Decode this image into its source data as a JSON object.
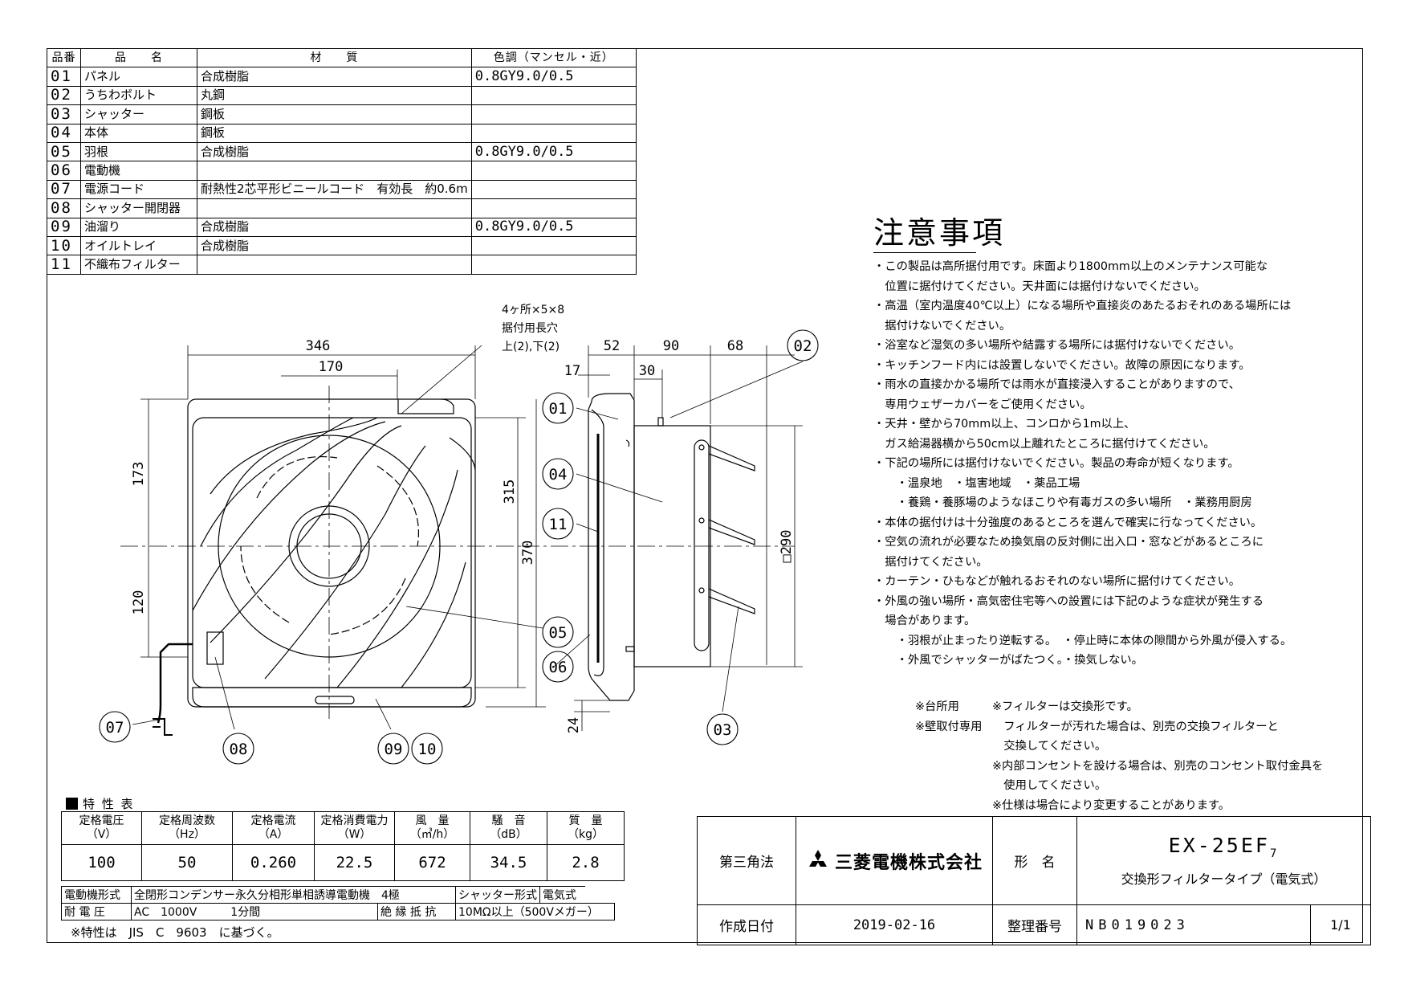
{
  "parts_table": {
    "headers": [
      "品番",
      "品　　名",
      "材　　質",
      "色調（マンセル・近）"
    ],
    "rows": [
      {
        "no": "01",
        "name": "パネル",
        "material": "合成樹脂",
        "color": "0.8GY9.0/0.5"
      },
      {
        "no": "02",
        "name": "うちわボルト",
        "material": "丸鋼",
        "color": ""
      },
      {
        "no": "03",
        "name": "シャッター",
        "material": "鋼板",
        "color": ""
      },
      {
        "no": "04",
        "name": "本体",
        "material": "鋼板",
        "color": ""
      },
      {
        "no": "05",
        "name": "羽根",
        "material": "合成樹脂",
        "color": "0.8GY9.0/0.5"
      },
      {
        "no": "06",
        "name": "電動機",
        "material": "",
        "color": ""
      },
      {
        "no": "07",
        "name": "電源コード",
        "material": "耐熱性2芯平形ビニールコード　有効長　約0.6m",
        "color": ""
      },
      {
        "no": "08",
        "name": "シャッター開閉器",
        "material": "",
        "color": ""
      },
      {
        "no": "09",
        "name": "油溜り",
        "material": "合成樹脂",
        "color": "0.8GY9.0/0.5"
      },
      {
        "no": "10",
        "name": "オイルトレイ",
        "material": "合成樹脂",
        "color": ""
      },
      {
        "no": "11",
        "name": "不織布フィルター",
        "material": "",
        "color": ""
      }
    ]
  },
  "drawing": {
    "dimensions": {
      "width_overall": "346",
      "width_center": "170",
      "height_upper": "173",
      "height_lower": "120",
      "height_315": "315",
      "height_370": "370",
      "depth_52": "52",
      "depth_90": "90",
      "depth_68": "68",
      "depth_17": "17",
      "depth_30": "30",
      "height_24": "24",
      "opening_290": "□290"
    },
    "mount_note": [
      "4ヶ所×5×8",
      "据付用長穴",
      "上(2),下(2)"
    ],
    "callouts": [
      "01",
      "02",
      "03",
      "04",
      "05",
      "06",
      "07",
      "08",
      "09",
      "10",
      "11"
    ]
  },
  "notes": {
    "title": "注意事項",
    "lines": [
      "・この製品は高所据付用です。床面より1800mm以上のメンテナンス可能な",
      "　位置に据付けてください。天井面には据付けないでください。",
      "・高温（室内温度40℃以上）になる場所や直接炎のあたるおそれのある場所には",
      "　据付けないでください。",
      "・浴室など湿気の多い場所や結露する場所には据付けないでください。",
      "・キッチンフード内には設置しないでください。故障の原因になります。",
      "・雨水の直接かかる場所では雨水が直接浸入することがありますので、",
      "　専用ウェザーカバーをご使用ください。",
      "・天井・壁から70mm以上、コンロから1m以上、",
      "　ガス給湯器横から50cm以上離れたところに据付けてください。",
      "・下記の場所には据付けないでください。製品の寿命が短くなります。",
      "　　・温泉地　・塩害地域　・薬品工場",
      "　　・養鶏・養豚場のようなほこりや有毒ガスの多い場所　・業務用厨房",
      "・本体の据付けは十分強度のあるところを選んで確実に行なってください。",
      "・空気の流れが必要なため換気扇の反対側に出入口・窓などがあるところに",
      "　据付けてください。",
      "・カーテン・ひもなどが触れるおそれのない場所に据付けてください。",
      "・外風の強い場所・高気密住宅等への設置には下記のような症状が発生する",
      "　場合があります。",
      "　　・羽根が止まったり逆転する。　・停止時に本体の隙間から外風が侵入する。",
      "　　・外風でシャッターがばたつく。・換気しない。"
    ],
    "footnotes": [
      {
        "label": "※台所用",
        "text": "※フィルターは交換形です。"
      },
      {
        "label": "※壁取付専用",
        "text": "　フィルターが汚れた場合は、別売の交換フィルターと"
      },
      {
        "label": "",
        "text": "　交換してください。"
      },
      {
        "label": "",
        "text": "※内部コンセントを設ける場合は、別売のコンセント取付金具を"
      },
      {
        "label": "",
        "text": "　使用してください。"
      },
      {
        "label": "",
        "text": "※仕様は場合により変更することがあります。"
      }
    ]
  },
  "spec": {
    "heading": "特 性 表",
    "headers": [
      {
        "l1": "定格電圧",
        "l2": "（V）"
      },
      {
        "l1": "定格周波数",
        "l2": "（Hz）"
      },
      {
        "l1": "定格電流",
        "l2": "（A）"
      },
      {
        "l1": "定格消費電力",
        "l2": "（W）"
      },
      {
        "l1": "風　量",
        "l2": "（㎥/h）"
      },
      {
        "l1": "騒　音",
        "l2": "（dB）"
      },
      {
        "l1": "質　量",
        "l2": "（kg）"
      }
    ],
    "values": [
      "100",
      "50",
      "0.260",
      "22.5",
      "672",
      "34.5",
      "2.8"
    ],
    "motor_label": "電動機形式",
    "motor_value": "全閉形コンデンサー永久分相形単相誘導電動機　4極",
    "shutter_label": "シャッター形式",
    "shutter_value": "電気式",
    "withstand_label": "耐 電 圧",
    "withstand_value": "AC　1000V　　　1分間",
    "insulation_label": "絶 縁 抵 抗",
    "insulation_value": "10MΩ以上（500Vメガー）",
    "note": "※特性は　JIS　C　9603　に基づく。"
  },
  "title_block": {
    "projection": "第三角法",
    "maker": "三菱電機株式会社",
    "model_label": "形　名",
    "model": "EX-25EF",
    "model_sub": "7",
    "model_desc": "交換形フィルタータイプ（電気式）",
    "date_label": "作成日付",
    "date": "2019-02-16",
    "drawing_no_label": "整理番号",
    "drawing_no": "NB019023",
    "sheet": "1/1"
  }
}
